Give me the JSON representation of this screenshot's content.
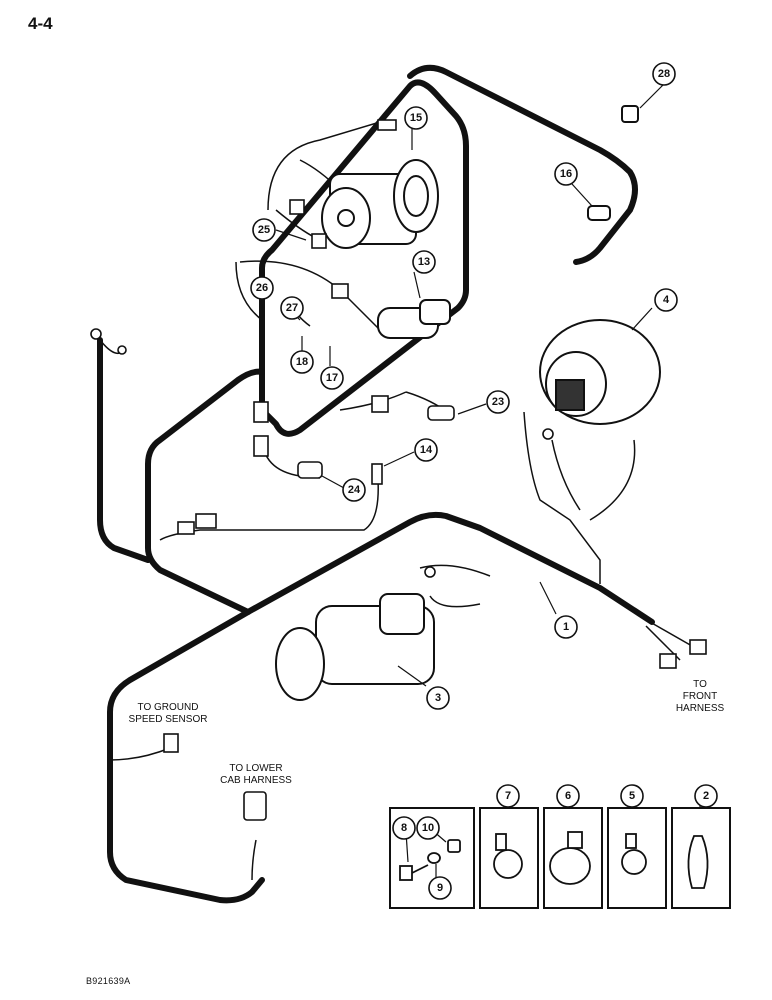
{
  "page_number": "4-4",
  "figure_code": "B921639A",
  "callouts": [
    "1",
    "2",
    "3",
    "4",
    "5",
    "6",
    "7",
    "8",
    "9",
    "10",
    "13",
    "14",
    "15",
    "16",
    "17",
    "18",
    "23",
    "24",
    "25",
    "26",
    "27",
    "28"
  ],
  "labels": {
    "front_harness": [
      "TO",
      "FRONT",
      "HARNESS"
    ],
    "ground_speed": [
      "TO GROUND",
      "SPEED SENSOR"
    ],
    "lower_cab": [
      "TO LOWER",
      "CAB HARNESS"
    ]
  }
}
